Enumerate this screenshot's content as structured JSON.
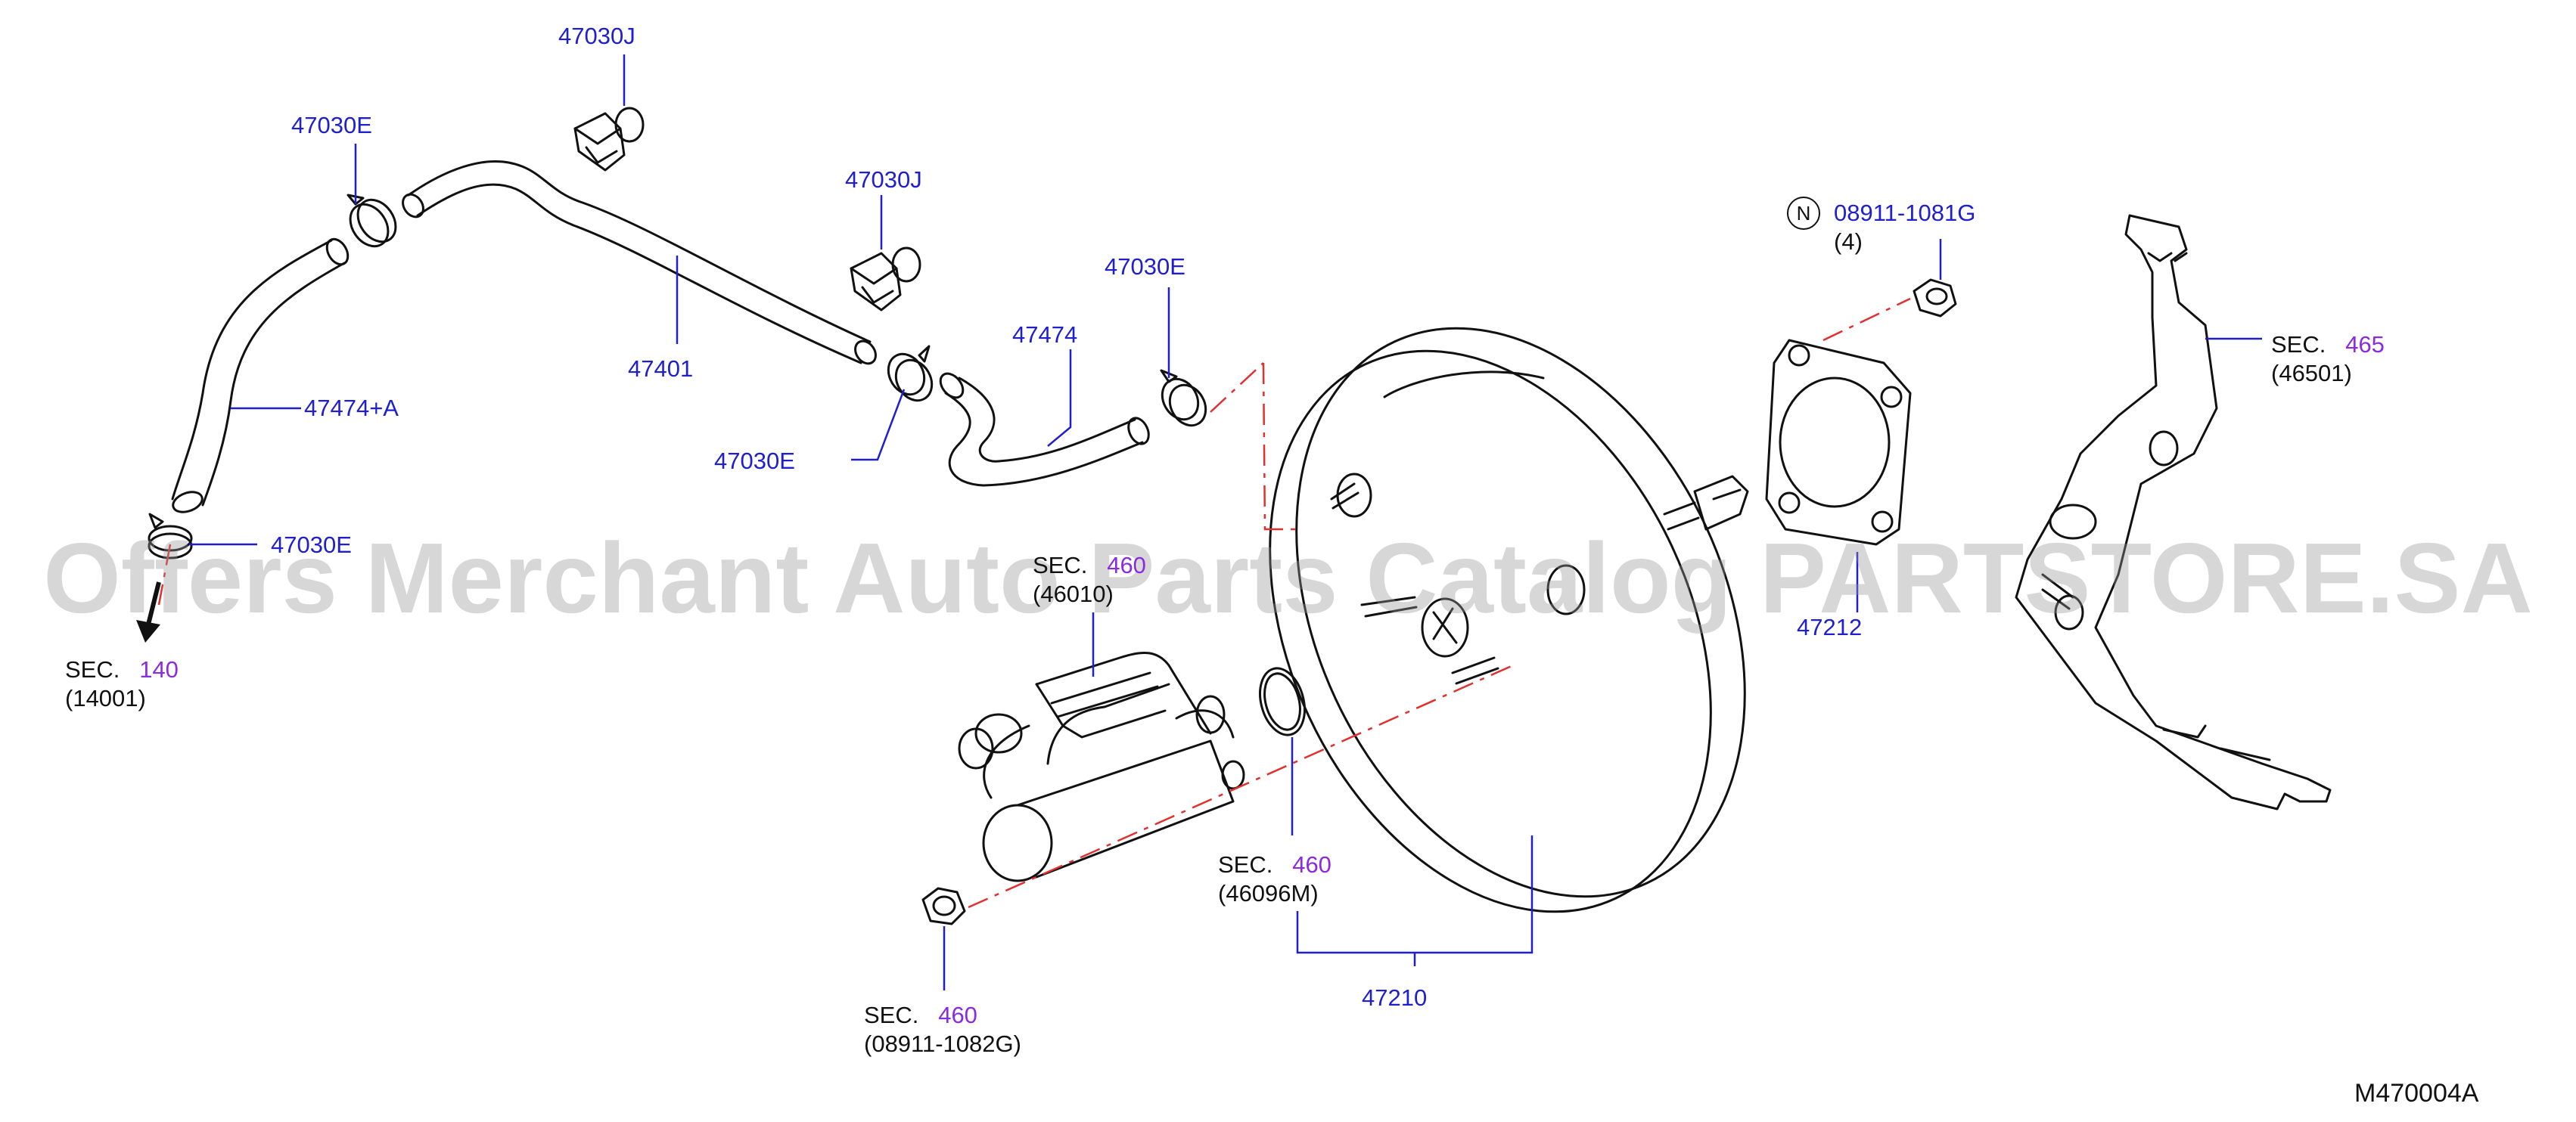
{
  "watermark": "Offers Merchant Auto Parts Catalog PARTSTORE.SA",
  "diagram_code": "M470004A",
  "parts": {
    "p47030J_top": "47030J",
    "p47030E_topleft": "47030E",
    "p47030J_mid": "47030J",
    "p47030E_right": "47030E",
    "p47474": "47474",
    "p47401": "47401",
    "p47474A": "47474+A",
    "p47030E_mid": "47030E",
    "p47030E_left": "47030E",
    "p47212": "47212",
    "p47210": "47210",
    "nut_part": "08911-1081G",
    "nut_qty": "(4)",
    "nut_symbol": "N"
  },
  "sections": {
    "sec140": {
      "label": "SEC.",
      "num": "140",
      "sub": "(14001)"
    },
    "sec460_master": {
      "label": "SEC.",
      "num": "460",
      "sub": "(46010)"
    },
    "sec460_oring": {
      "label": "SEC.",
      "num": "460",
      "sub": "(46096M)"
    },
    "sec460_nut": {
      "label": "SEC.",
      "num": "460",
      "sub": "(08911-1082G)"
    },
    "sec465": {
      "label": "SEC.",
      "num": "465",
      "sub": "(46501)"
    }
  },
  "colors": {
    "part_number": "#1f1fd0",
    "section_number": "#8a2be2",
    "centerline": "#e03030",
    "drawing": "#111111"
  }
}
